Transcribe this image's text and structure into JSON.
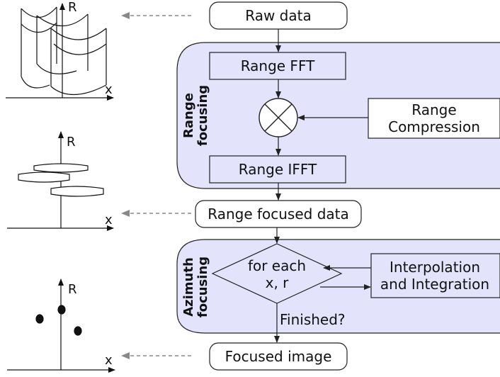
{
  "nodes": {
    "raw_data": "Raw data",
    "range_fft": "Range FFT",
    "range_compression_line1": "Range",
    "range_compression_line2": "Compression",
    "range_ifft": "Range IFFT",
    "range_focused_data": "Range focused data",
    "for_each_line1": "for each",
    "for_each_line2": "x, r",
    "interp_line1": "Interpolation",
    "interp_line2": "and Integration",
    "finished": "Finished?",
    "focused_image": "Focused image"
  },
  "groups": {
    "range_focusing_line1": "Range",
    "range_focusing_line2": "focusing",
    "azimuth_focusing_line1": "Azimuth",
    "azimuth_focusing_line2": "focusing"
  },
  "axes": {
    "r_label": "R",
    "x_label": "x"
  },
  "colors": {
    "group_fill": "#e3e3fb",
    "stroke": "#222222",
    "dashed_arrow": "#888888"
  }
}
